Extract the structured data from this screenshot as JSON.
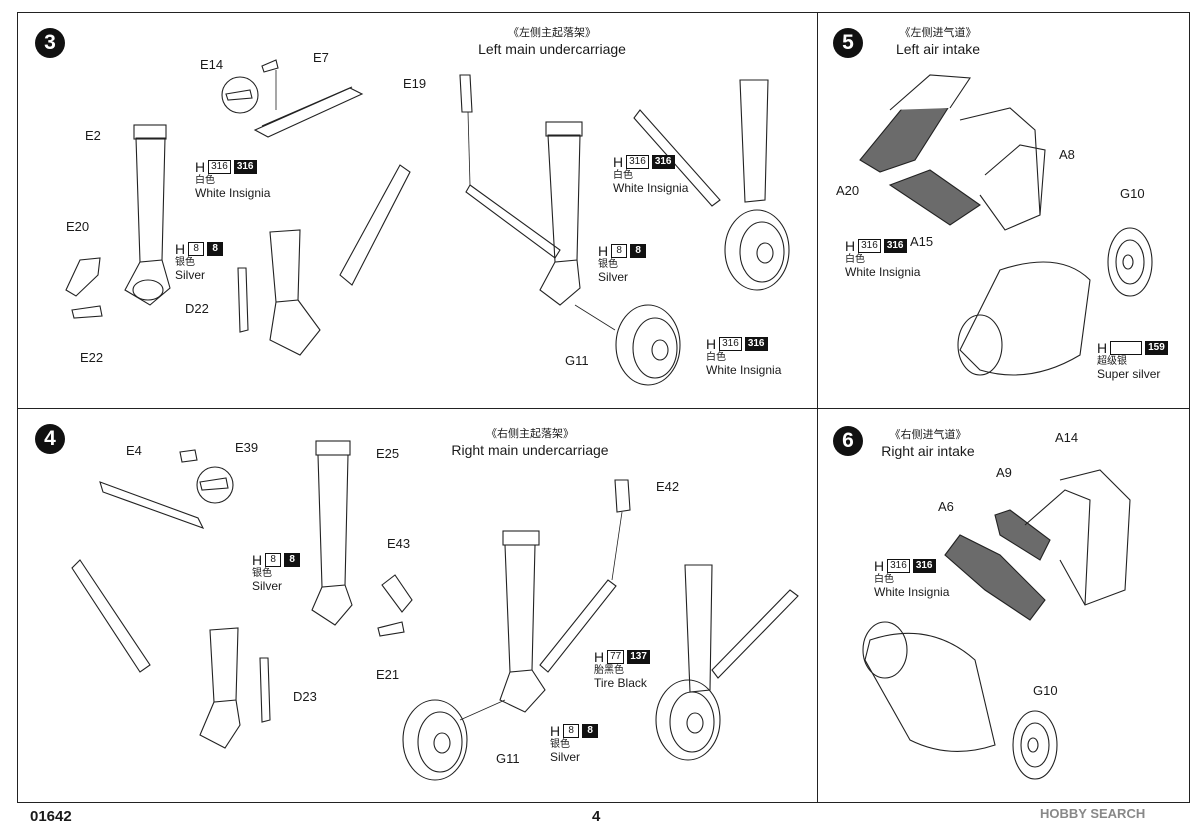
{
  "steps": {
    "s3": {
      "number": "3",
      "title_cn": "《左侧主起落架》",
      "title_en": "Left main undercarriage"
    },
    "s4": {
      "number": "4",
      "title_cn": "《右侧主起落架》",
      "title_en": "Right main undercarriage"
    },
    "s5": {
      "number": "5",
      "title_cn": "《左侧进气道》",
      "title_en": "Left air intake"
    },
    "s6": {
      "number": "6",
      "title_cn": "《右侧进气道》",
      "title_en": "Right air intake"
    }
  },
  "parts": {
    "s3": [
      "E14",
      "E7",
      "E2",
      "E20",
      "D22",
      "E22",
      "E19",
      "G11"
    ],
    "s4": [
      "E4",
      "E39",
      "E25",
      "E43",
      "E21",
      "D23",
      "E42",
      "G11"
    ],
    "s5": [
      "A8",
      "A20",
      "A15",
      "G10"
    ],
    "s6": [
      "A14",
      "A9",
      "A6",
      "G10"
    ]
  },
  "paints": {
    "white": {
      "h": "H",
      "code": "316",
      "code_dark": "316",
      "cn": "白色",
      "en": "White Insignia"
    },
    "silver": {
      "h": "H",
      "code": "8",
      "code_dark": "8",
      "cn": "银色",
      "en": "Silver"
    },
    "super_silver": {
      "h": "H",
      "code": "",
      "code_dark": "159",
      "cn": "超级银",
      "en": "Super silver"
    },
    "tire_black": {
      "h": "H",
      "code": "77",
      "code_dark": "137",
      "cn": "胎黑色",
      "en": "Tire Black"
    }
  },
  "footer": {
    "code": "01642",
    "page": "4",
    "watermark": "HOBBY SEARCH"
  }
}
